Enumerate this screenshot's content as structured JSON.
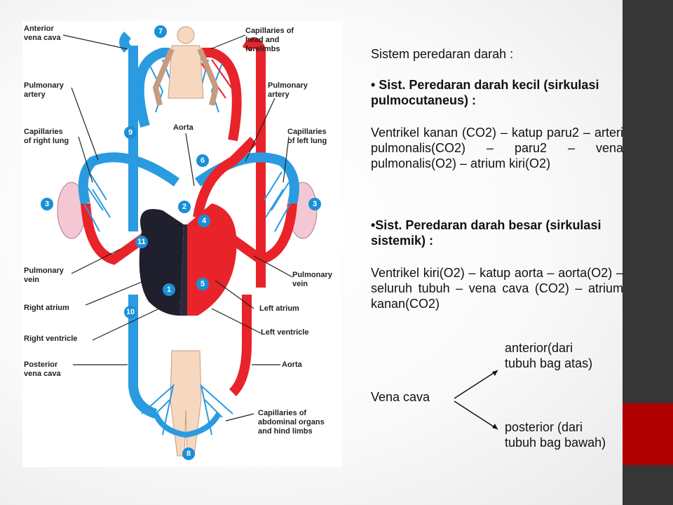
{
  "diagram": {
    "labels": {
      "anterior_vena_cava": "Anterior\nvena cava",
      "capillaries_head": "Capillaries of\nhead and\nforelimbs",
      "pulmonary_artery_left": "Pulmonary\nartery",
      "pulmonary_artery_right": "Pulmonary\nartery",
      "aorta_top": "Aorta",
      "capillaries_right_lung": "Capillaries\nof right lung",
      "capillaries_left_lung": "Capillaries\nof left lung",
      "pulmonary_vein_left": "Pulmonary\nvein",
      "pulmonary_vein_right": "Pulmonary\nvein",
      "right_atrium": "Right atrium",
      "left_atrium": "Left atrium",
      "right_ventricle": "Right ventricle",
      "left_ventricle": "Left ventricle",
      "posterior_vena_cava": "Posterior\nvena cava",
      "aorta_bottom": "Aorta",
      "capillaries_abdominal": "Capillaries of\nabdominal organs\nand hind limbs"
    },
    "numbers": [
      "7",
      "9",
      "6",
      "3",
      "3",
      "2",
      "4",
      "11",
      "1",
      "5",
      "10",
      "8"
    ]
  },
  "text": {
    "title": "Sistem peredaran darah :",
    "small_circ_heading": "• Sist. Peredaran darah kecil (sirkulasi pulmocutaneus) :",
    "small_circ_body": "Ventrikel kanan (CO2) – katup paru2 – arteri pulmonalis(CO2) – paru2 – vena pulmonalis(O2) – atrium kiri(O2)",
    "big_circ_heading": "•Sist. Peredaran darah besar (sirkulasi sistemik) :",
    "big_circ_body": "Ventrikel kiri(O2) – katup aorta – aorta(O2) – seluruh tubuh – vena cava (CO2) – atrium kanan(CO2)",
    "anterior": " anterior(dari\ntubuh bag atas)",
    "vena_cava": "Vena cava",
    "posterior": " posterior (dari\ntubuh bag bawah)"
  },
  "colors": {
    "oxygenated": "#e8232a",
    "deoxygenated": "#2a9be0",
    "heart_dark": "#1f1f2e",
    "sidebar": "#363636",
    "accent": "#b00000",
    "heading": "#e0291a"
  }
}
